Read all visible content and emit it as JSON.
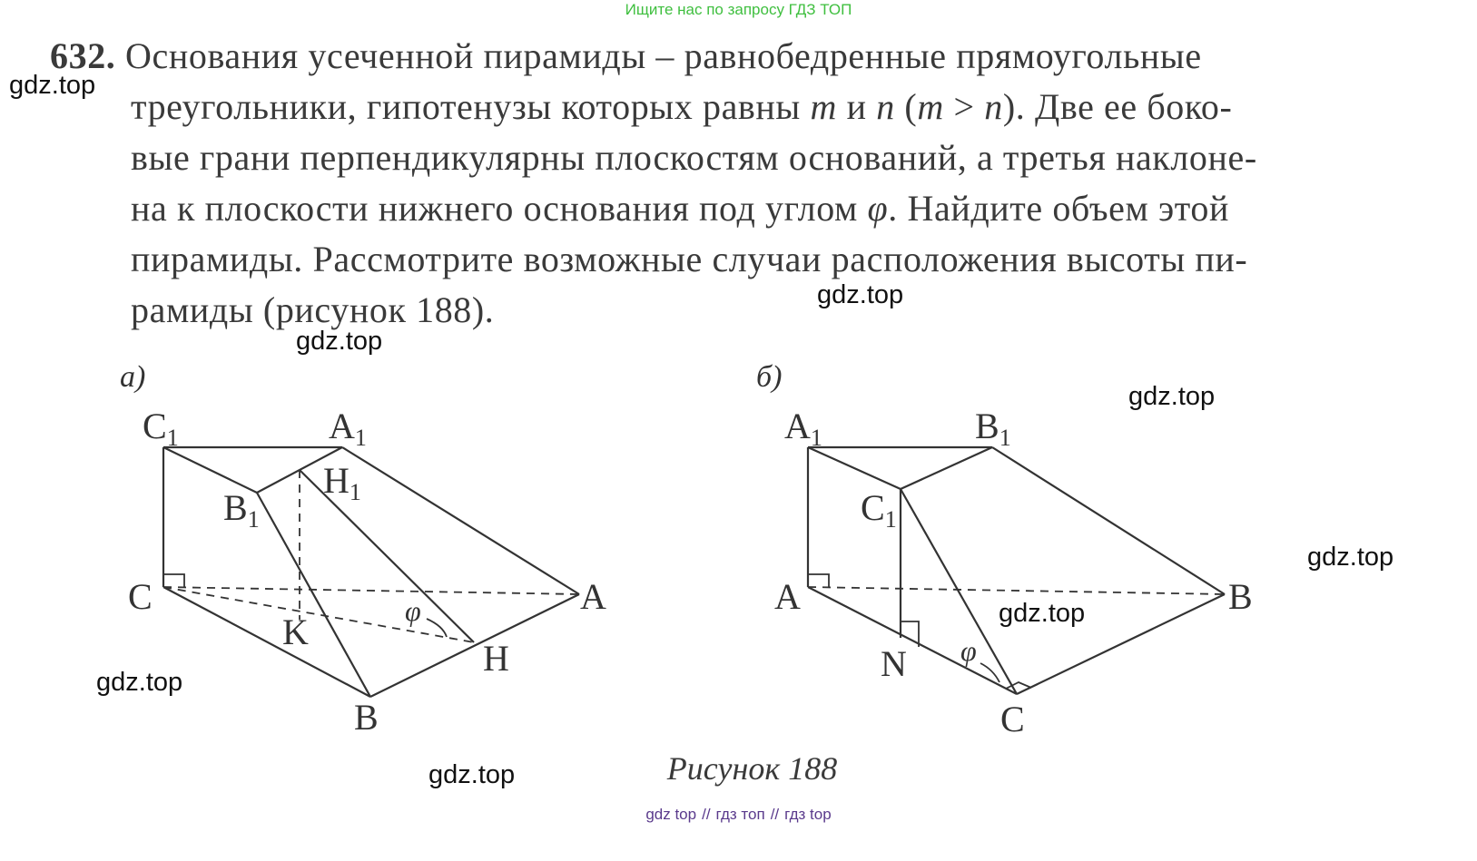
{
  "banner": "Ищите нас по запросу ГДЗ ТОП",
  "problem": {
    "number": "632.",
    "lines": [
      "Основания усеченной пирамиды – равнобедренные прямоугольные",
      "треугольники, гипотенузы которых равны m и n (m > n). Две ее боко-",
      "вые грани перпендикулярны плоскостям оснований, а третья наклоне-",
      "на к плоскости нижнего основания под углом φ. Найдите объем этой",
      "пирамиды. Рассмотрите возможные случаи расположения высоты пи-",
      "рамиды (рисунок 188)."
    ]
  },
  "figure_a": {
    "label": "а)",
    "points": [
      "C1",
      "A1",
      "H1",
      "B1",
      "C",
      "A",
      "K",
      "H",
      "B"
    ],
    "angle": "φ"
  },
  "figure_b": {
    "label": "б)",
    "points": [
      "A1",
      "B1",
      "C1",
      "A",
      "B",
      "N",
      "C"
    ],
    "angle": "φ"
  },
  "caption": "Рисунок 188",
  "watermark": "gdz.top",
  "footer": [
    "gdz top",
    "гдз топ",
    "гдз top"
  ],
  "colors": {
    "banner": "#3fbf3f",
    "footer": "#5a3a8c",
    "text": "#3a3a3a"
  }
}
